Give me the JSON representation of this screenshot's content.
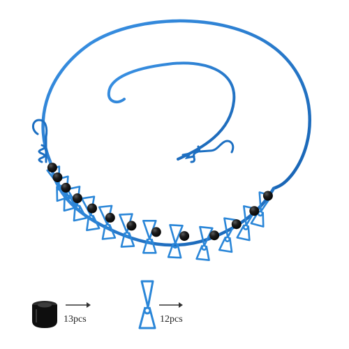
{
  "legend": {
    "beads": {
      "count_label": "13pcs",
      "icon": "black-bead-icon",
      "arrow_icon": "right-arrow-icon"
    },
    "clips": {
      "count_label": "12pcs",
      "icon": "blue-clothespin-clip-icon",
      "arrow_icon": "right-arrow-icon"
    }
  },
  "product": {
    "rope_color": "#1d74c9",
    "bead_color": "#111111",
    "clip_color": "#2a86d8",
    "hook_color": "#1c6fc2",
    "bead_count": 13,
    "clip_count": 12
  }
}
